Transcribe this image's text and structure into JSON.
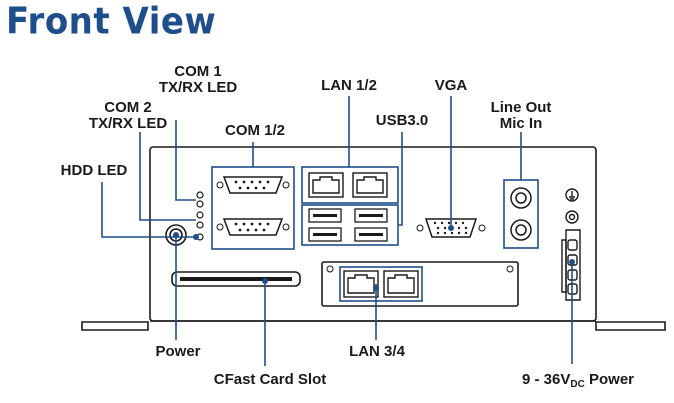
{
  "title": "Front View",
  "labels": {
    "com1_led_line1": "COM 1",
    "com1_led_line2": "TX/RX LED",
    "com2_led_line1": "COM 2",
    "com2_led_line2": "TX/RX LED",
    "hdd_led": "HDD LED",
    "com12": "COM 1/2",
    "lan12": "LAN 1/2",
    "usb30": "USB3.0",
    "vga": "VGA",
    "lineout": "Line Out",
    "micin": "Mic In",
    "power": "Power",
    "lan34": "LAN 3/4",
    "cfast": "CFast Card Slot",
    "dcpower_pre": "9 - 36V",
    "dcpower_sub": "DC",
    "dcpower_post": " Power"
  },
  "colors": {
    "accent": "#1f4e8c",
    "leader": "#1f4e8c",
    "outline": "#1a1a1a"
  }
}
